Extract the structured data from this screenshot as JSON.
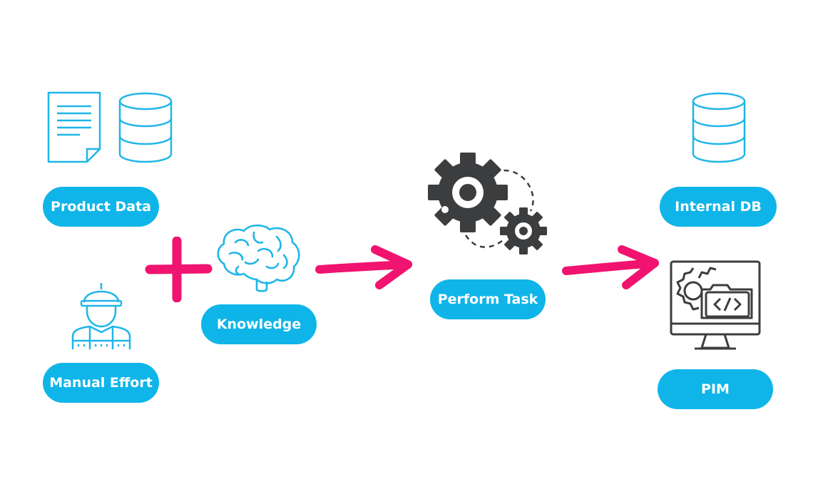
{
  "nodes": {
    "product_data": "Product Data",
    "manual_effort": "Manual Effort",
    "knowledge": "Knowledge",
    "perform_task": "Perform Task",
    "internal_db": "Internal DB",
    "pim": "PIM"
  },
  "colors": {
    "node_fill": "#0fb5e8",
    "node_text": "#ffffff",
    "icon_stroke": "#1fb6e8",
    "arrow": "#f0136f",
    "gear": "#3c3d3f"
  },
  "icons": [
    "document-icon",
    "database-icon",
    "worker-icon",
    "plus-icon",
    "brain-icon",
    "arrow-right-icon",
    "gears-icon",
    "monitor-code-icon"
  ]
}
